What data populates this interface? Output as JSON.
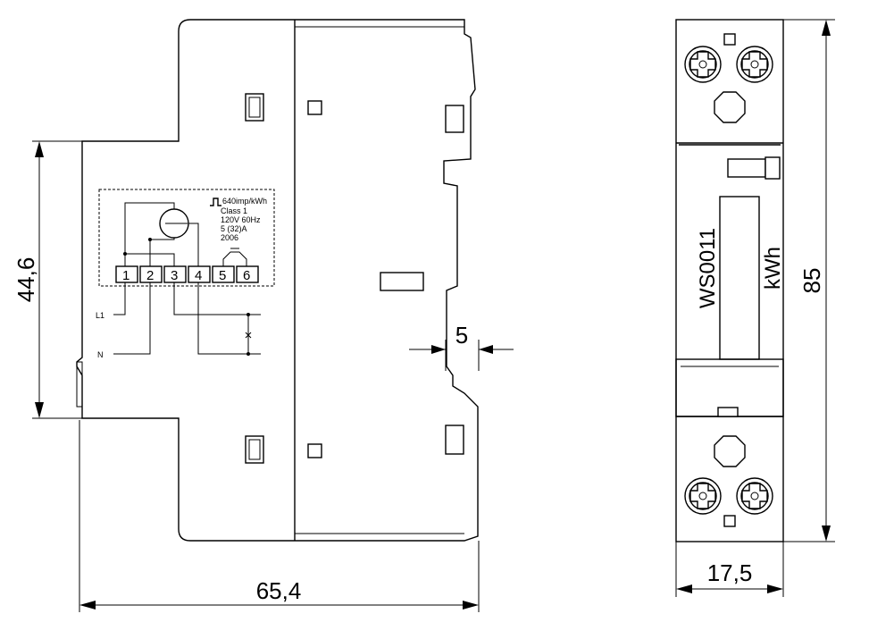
{
  "dimensions": {
    "height_mm": "44,6",
    "width_mm": "65,4",
    "rail_offset_mm": "5",
    "front_height_mm": "85",
    "front_width_mm": "17,5"
  },
  "wiring": {
    "spec_line1": "640imp/kWh",
    "spec_line2": "Class 1",
    "spec_line3": "120V 60Hz",
    "spec_line4": "5 (32)A",
    "spec_line5": "2006",
    "terminals": [
      "1",
      "2",
      "3",
      "4",
      "5",
      "6"
    ],
    "line_label": "L1",
    "neutral_label": "N"
  },
  "front": {
    "model": "WS0011",
    "unit": "kWh"
  }
}
